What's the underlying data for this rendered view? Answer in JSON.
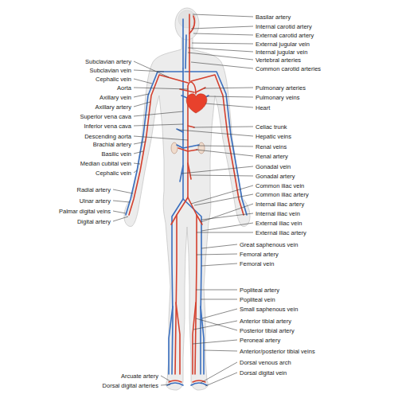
{
  "diagram": {
    "labels": [
      "Basilar artery",
      "Internal carotid artery",
      "External carotid artery",
      "External jugular vein",
      "Internal jugular vein",
      "Vertebral arteries",
      "Common carotid arteries",
      "Pulmonary arteries",
      "Pulmonary veins",
      "Heart",
      "Celiac trunk",
      "Hepatic veins",
      "Renal veins",
      "Renal artery",
      "Gonadal vein",
      "Gonadal artery",
      "Common iliac vein",
      "Common iliac artery",
      "Internal iliac artery",
      "Internal iliac vein",
      "External iliac vein",
      "External iliac artery",
      "Great saphenous vein",
      "Femoral artery",
      "Femoral vein",
      "Popliteal artery",
      "Popliteal vein",
      "Small saphenous vein",
      "Anterior tibial artery",
      "Posterior tibial artery",
      "Peroneal artery",
      "Anterior/posterior tibial veins",
      "Dorsal venous arch",
      "Dorsal digital vein",
      "Subclavian artery",
      "Subclavian vein",
      "Cephalic vein",
      "Aorta",
      "Axillary vein",
      "Axillary artery",
      "Superior vena cava",
      "Inferior vena cava",
      "Descending aorta",
      "Brachial artery",
      "Basilic vein",
      "Median cubital vein",
      "Cephalic vein",
      "Radial artery",
      "Ulnar artery",
      "Palmar digital veins",
      "Digital artery",
      "Arcuate artery",
      "Dorsal digital arteries"
    ]
  }
}
